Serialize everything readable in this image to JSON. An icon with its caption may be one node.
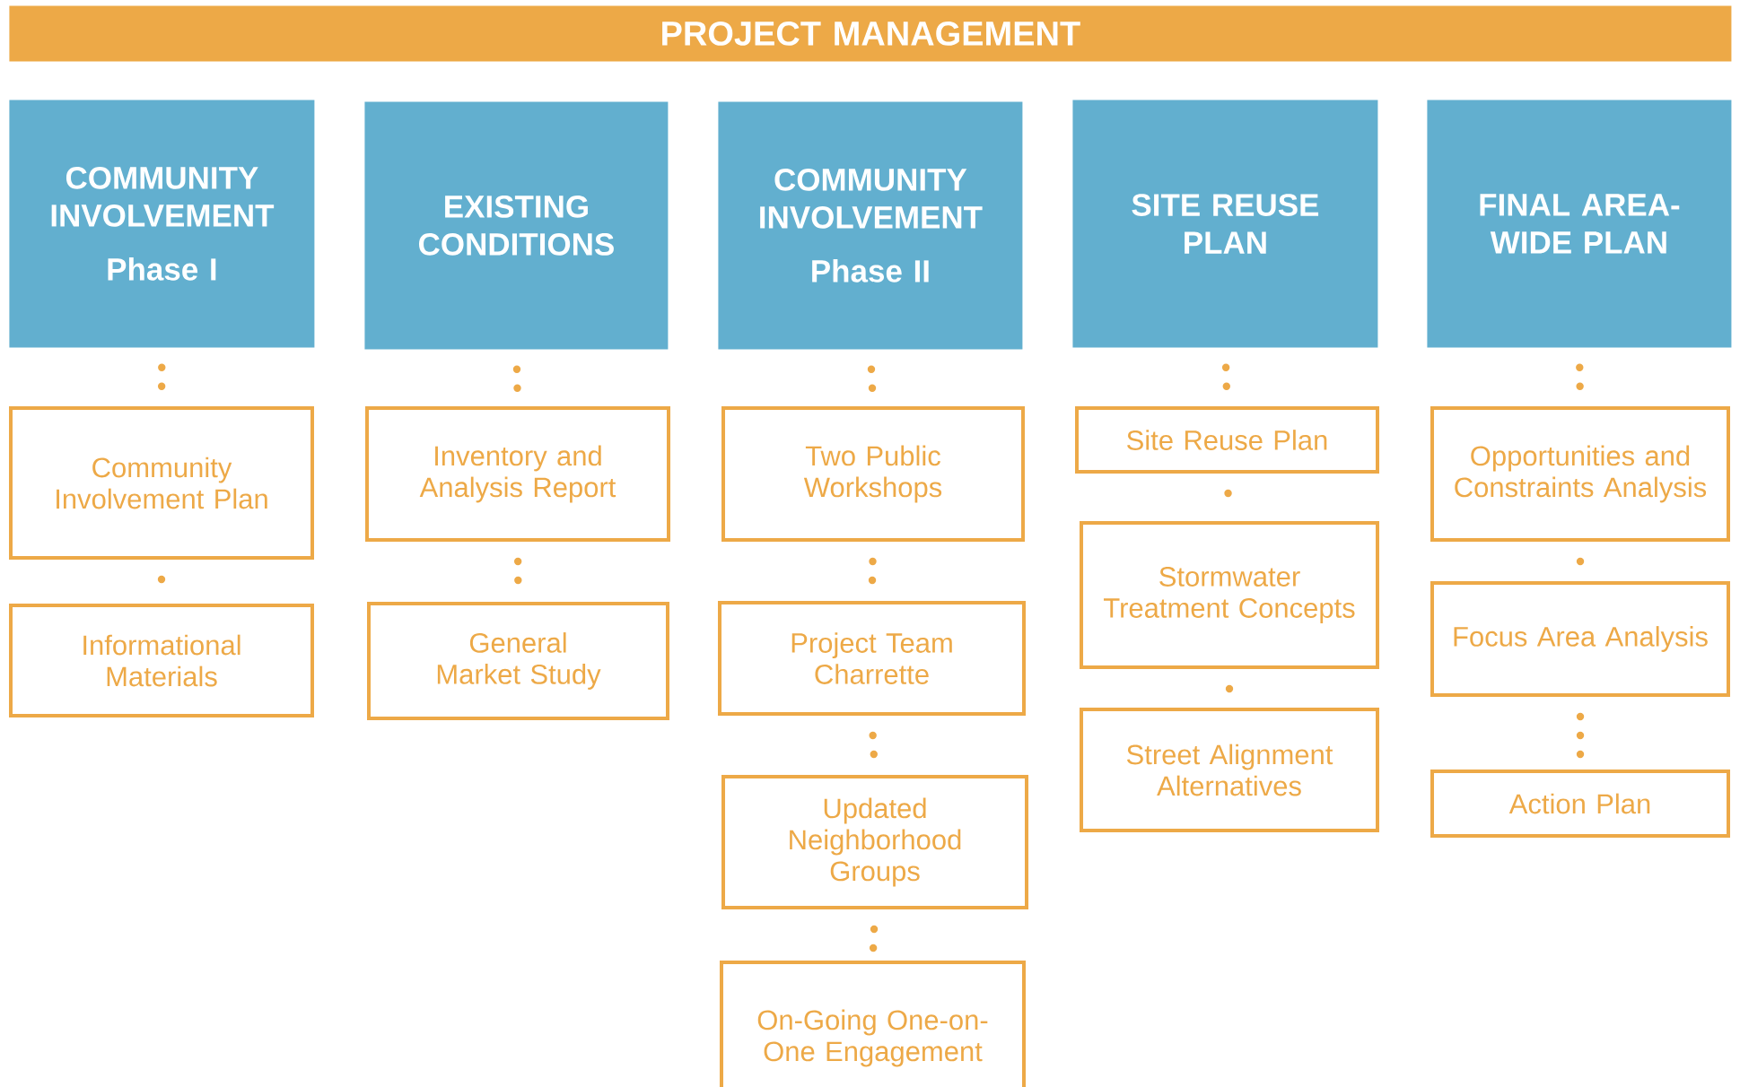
{
  "diagram": {
    "nodes": [
      {
        "text": [
          "PROJECT MANAGEMENT"
        ]
      },
      {
        "text": [
          "COMMUNITY INVOLVEMENT",
          "Phase I"
        ]
      },
      {
        "text": [
          "EXISTING CONDITIONS"
        ]
      },
      {
        "text": [
          "COMMUNITY INVOLVEMENT",
          "Phase II"
        ]
      },
      {
        "text": [
          "SITE REUSE PLAN"
        ]
      },
      {
        "text": [
          "FINAL AREA-WIDE PLAN"
        ]
      },
      {
        "text": [
          "Community Involvement Plan"
        ]
      },
      {
        "text": [
          "Informational Materials"
        ]
      },
      {
        "text": [
          "Inventory and Analysis Report"
        ]
      },
      {
        "text": [
          "General Market Study"
        ]
      },
      {
        "text": [
          "Two Public Workshops"
        ]
      },
      {
        "text": [
          "Project Team Charrette"
        ]
      },
      {
        "text": [
          "Updated Neighborhood Groups"
        ]
      },
      {
        "text": [
          "On-Going One-on-One Engagement"
        ]
      },
      {
        "text": [
          "Site Reuse Plan"
        ]
      },
      {
        "text": [
          "Stormwater Treatment Concepts"
        ]
      },
      {
        "text": [
          "Street Alignment Alternatives"
        ]
      },
      {
        "text": [
          "Opportunities and Constraints Analysis"
        ]
      },
      {
        "text": [
          "Focus Area Analysis"
        ]
      },
      {
        "text": [
          "Action Plan"
        ]
      }
    ],
    "edges": [
      {
        "from": 1,
        "to": 6,
        "arrow": "none"
      },
      {
        "from": 6,
        "to": 7,
        "arrow": "none"
      },
      {
        "from": 2,
        "to": 8,
        "arrow": "none"
      },
      {
        "from": 8,
        "to": 9,
        "arrow": "none"
      },
      {
        "from": 3,
        "to": 10,
        "arrow": "none"
      },
      {
        "from": 10,
        "to": 11,
        "arrow": "none"
      },
      {
        "from": 11,
        "to": 12,
        "arrow": "none"
      },
      {
        "from": 12,
        "to": 13,
        "arrow": "none"
      },
      {
        "from": 4,
        "to": 14,
        "arrow": "none"
      },
      {
        "from": 14,
        "to": 15,
        "arrow": "none"
      },
      {
        "from": 15,
        "to": 16,
        "arrow": "none"
      },
      {
        "from": 5,
        "to": 17,
        "arrow": "none"
      },
      {
        "from": 17,
        "to": 18,
        "arrow": "none"
      },
      {
        "from": 18,
        "to": 19,
        "arrow": "none"
      }
    ]
  }
}
